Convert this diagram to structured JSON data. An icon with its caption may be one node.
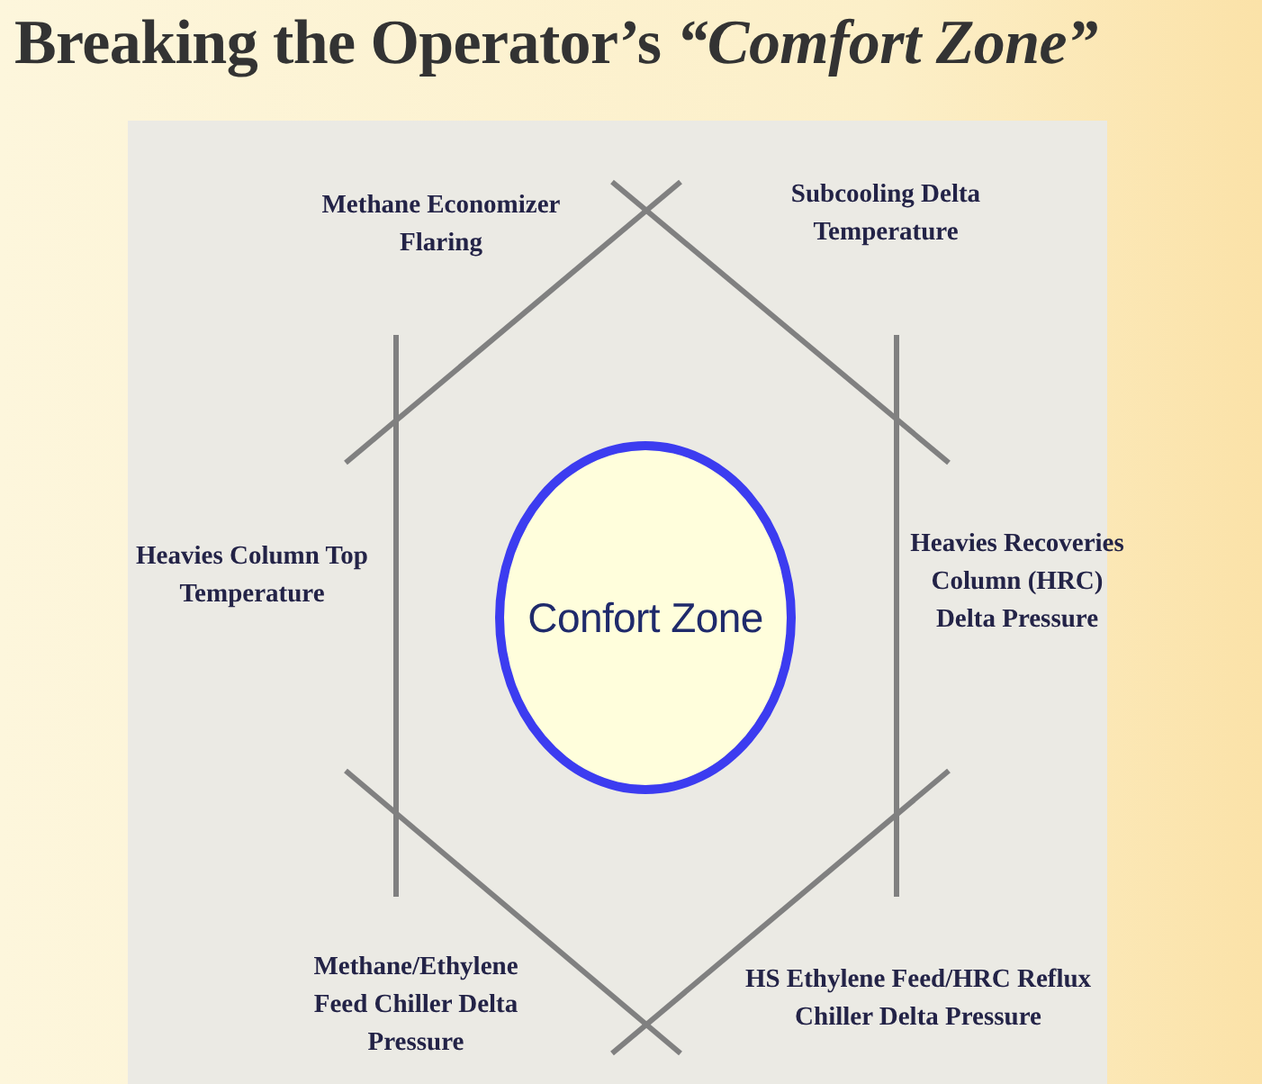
{
  "diagram": {
    "title": "Breaking the Operator’s *“Comfort Zone”*",
    "nodes": [
      {
        "text": [
          "Confort Zone"
        ]
      }
    ],
    "labels": [
      "Methane Economizer Flaring",
      "Subcooling Delta Temperature",
      "Heavies Column Top Temperature",
      "Heavies Recoveries Column (HRC) Delta Pressure",
      "Methane/Ethylene Feed Chiller Delta Pressure",
      "HS Ethylene Feed/HRC Reflux Chiller Delta Pressure"
    ]
  }
}
